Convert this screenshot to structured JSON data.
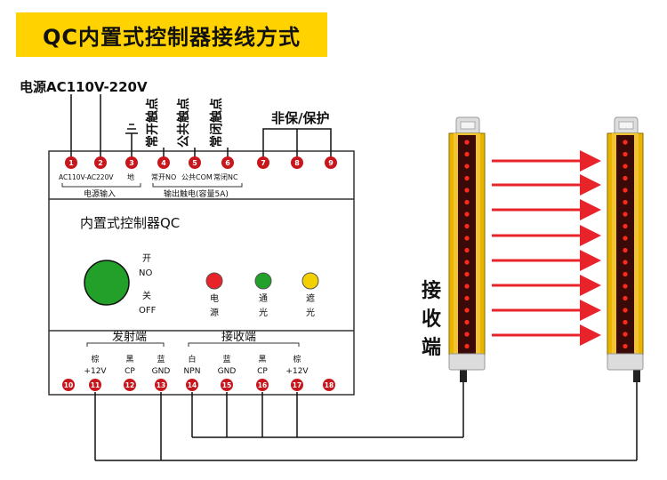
{
  "title": "QC内置式控制器接线方式",
  "power_label": "电源AC110V-220V",
  "ground_symbol": "⊥",
  "contact_labels": [
    "常开触点",
    "公共触点",
    "常闭触点"
  ],
  "nc_protect_label": "非保/保护",
  "top_terminals": [
    "1",
    "2",
    "3",
    "4",
    "5",
    "6",
    "7",
    "8",
    "9"
  ],
  "top_small_labels": {
    "ac": "AC110V-AC220V",
    "ground": "地",
    "no": "常开NO",
    "com": "公共COM",
    "nc": "常闭NC",
    "power_input": "电源输入",
    "relay_output": "输出触电(容量5A)"
  },
  "controller_name": "内置式控制器QC",
  "switch": {
    "on_cn": "开",
    "on": "NO",
    "off_cn": "关",
    "off": "OFF"
  },
  "indicators": [
    {
      "label": "电源",
      "color": "#e8242a"
    },
    {
      "label": "通光",
      "color": "#22a02a"
    },
    {
      "label": "遮光",
      "color": "#f5d000"
    }
  ],
  "emitter_header": "发射端",
  "receiver_header": "接收端",
  "emitter_pins": [
    {
      "top": "棕",
      "bottom": "+12V"
    },
    {
      "top": "黑",
      "bottom": "CP"
    },
    {
      "top": "蓝",
      "bottom": "GND"
    }
  ],
  "receiver_pins": [
    {
      "top": "白",
      "bottom": "NPN"
    },
    {
      "top": "蓝",
      "bottom": "GND"
    },
    {
      "top": "黑",
      "bottom": "CP"
    },
    {
      "top": "棕",
      "bottom": "+12V"
    }
  ],
  "bottom_terminals": [
    "10",
    "11",
    "12",
    "13",
    "14",
    "15",
    "16",
    "17",
    "18"
  ],
  "receiver_side_label": [
    "接",
    "收",
    "端"
  ],
  "colors": {
    "banner": "#ffd200",
    "terminal": "#c8161d",
    "arrow": "#e8242a",
    "sensor_frame": "#e8b400",
    "sensor_core": "#3a0a08"
  }
}
